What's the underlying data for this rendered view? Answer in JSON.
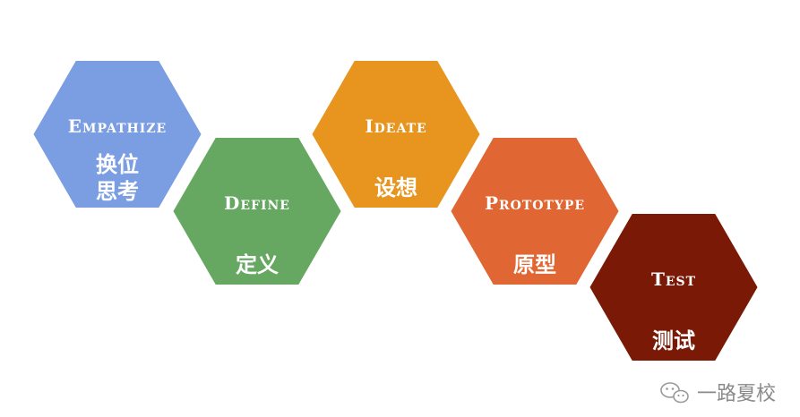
{
  "stages": [
    {
      "title": "Empathize",
      "cn_lines": [
        "换位",
        "思考"
      ],
      "color": "#7b9ee3"
    },
    {
      "title": "Define",
      "cn_lines": [
        "定义"
      ],
      "color": "#66a862"
    },
    {
      "title": "Ideate",
      "cn_lines": [
        "设想"
      ],
      "color": "#e8951f"
    },
    {
      "title": "Prototype",
      "cn_lines": [
        "原型"
      ],
      "color": "#e06633"
    },
    {
      "title": "Test",
      "cn_lines": [
        "测试"
      ],
      "color": "#7a1a06"
    }
  ],
  "watermark": {
    "icon": "wechat-icon",
    "text": "一路夏校"
  }
}
